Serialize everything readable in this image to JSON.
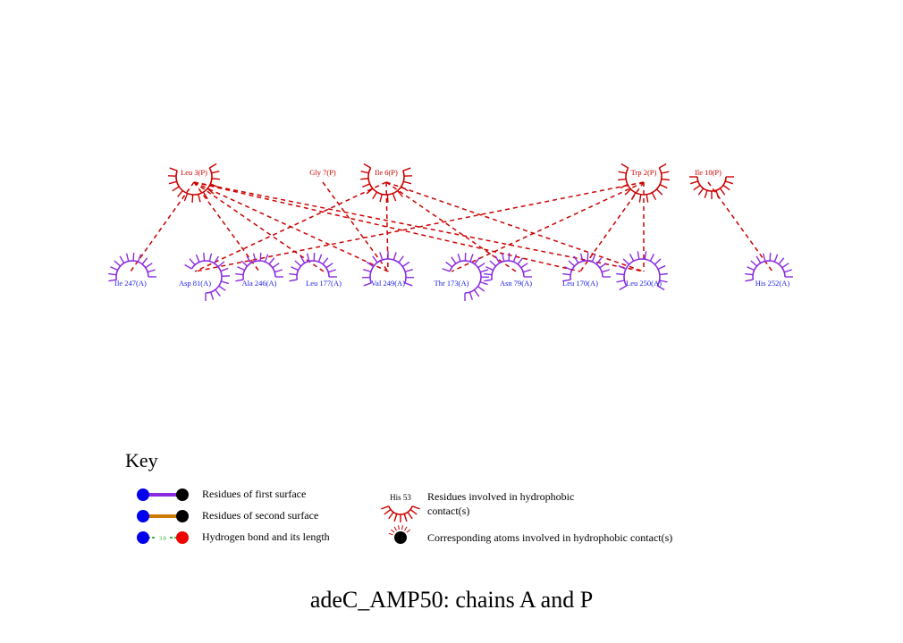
{
  "colors": {
    "chain_p": "#cc0000",
    "chain_a": "#1a1ae6",
    "chain_a_arc": "#8a2be2",
    "contact_line": "#cc0000",
    "first_surface_bond": "#8a2be2",
    "second_surface_bond": "#cc7a00",
    "hbond": "#009900",
    "atom_blue": "#0000ee",
    "atom_black": "#000000",
    "atom_red": "#ee0000"
  },
  "residues_p": [
    {
      "id": "leu3",
      "label": "Leu 3(P)"
    },
    {
      "id": "gly7",
      "label": "Gly 7(P)"
    },
    {
      "id": "ile6",
      "label": "Ile 6(P)"
    },
    {
      "id": "trp2",
      "label": "Trp 2(P)"
    },
    {
      "id": "ile10",
      "label": "Ile 10(P)"
    }
  ],
  "residues_a": [
    {
      "id": "ile247",
      "label": "Ile 247(A)"
    },
    {
      "id": "asp81",
      "label": "Asp 81(A)"
    },
    {
      "id": "ala246",
      "label": "Ala 246(A)"
    },
    {
      "id": "leu177",
      "label": "Leu 177(A)"
    },
    {
      "id": "val249",
      "label": "Val 249(A)"
    },
    {
      "id": "thr173",
      "label": "Thr 173(A)"
    },
    {
      "id": "asn79",
      "label": "Asn 79(A)"
    },
    {
      "id": "leu170",
      "label": "Leu 170(A)"
    },
    {
      "id": "leu250",
      "label": "Leu 250(A)"
    },
    {
      "id": "his252",
      "label": "His 252(A)"
    }
  ],
  "contacts": [
    [
      "leu3",
      "ile247"
    ],
    [
      "leu3",
      "ala246"
    ],
    [
      "leu3",
      "leu177"
    ],
    [
      "leu3",
      "val249"
    ],
    [
      "leu3",
      "leu250"
    ],
    [
      "leu3",
      "leu170"
    ],
    [
      "gly7",
      "val249"
    ],
    [
      "ile6",
      "asp81"
    ],
    [
      "ile6",
      "val249"
    ],
    [
      "ile6",
      "asn79"
    ],
    [
      "ile6",
      "leu250"
    ],
    [
      "trp2",
      "asp81"
    ],
    [
      "trp2",
      "thr173"
    ],
    [
      "trp2",
      "leu170"
    ],
    [
      "trp2",
      "leu250"
    ],
    [
      "ile10",
      "his252"
    ]
  ],
  "key": {
    "title": "Key",
    "first_surface": "Residues of first surface",
    "second_surface": "Residues of second surface",
    "hbond": "Hydrogen bond and its length",
    "hbond_length": "3.0",
    "example_residue": "His 53",
    "hydrophobic_line1": "Residues involved in hydrophobic",
    "hydrophobic_line2": "contact(s)",
    "hydrophobic_atoms": "Corresponding atoms involved in hydrophobic contact(s)"
  },
  "caption": "adeC_AMP50: chains A and P"
}
